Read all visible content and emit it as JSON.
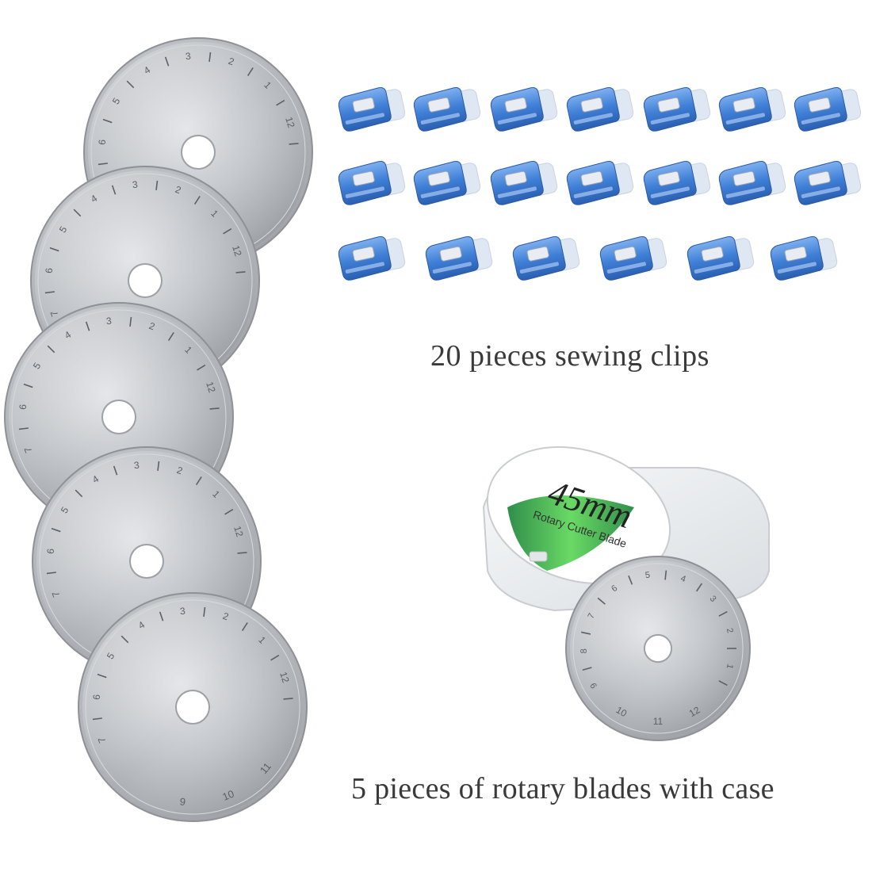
{
  "image": {
    "background_color": "#ffffff",
    "captions": {
      "clips": "20 pieces sewing clips",
      "blades": "5 pieces of rotary blades with case"
    },
    "blade_scale_numbers": [
      "1",
      "2",
      "3",
      "4",
      "5",
      "6",
      "7",
      "8",
      "9",
      "10",
      "11",
      "12"
    ],
    "case_label": {
      "size": "45mm",
      "product": "Rotary Cutter Blade"
    },
    "colors": {
      "blade_metal": "#b9bcc1",
      "blade_rim": "#8e9196",
      "blade_marks": "#5d6066",
      "clip_blue": "#3f7fd6",
      "clip_clear": "#dfe7f2",
      "case_plastic": "#eef1f3",
      "label_green": "#3fbf3a",
      "caption_text": "#3a3a3a"
    },
    "counts": {
      "blades_stacked": 5,
      "clips_shown": 20
    }
  }
}
